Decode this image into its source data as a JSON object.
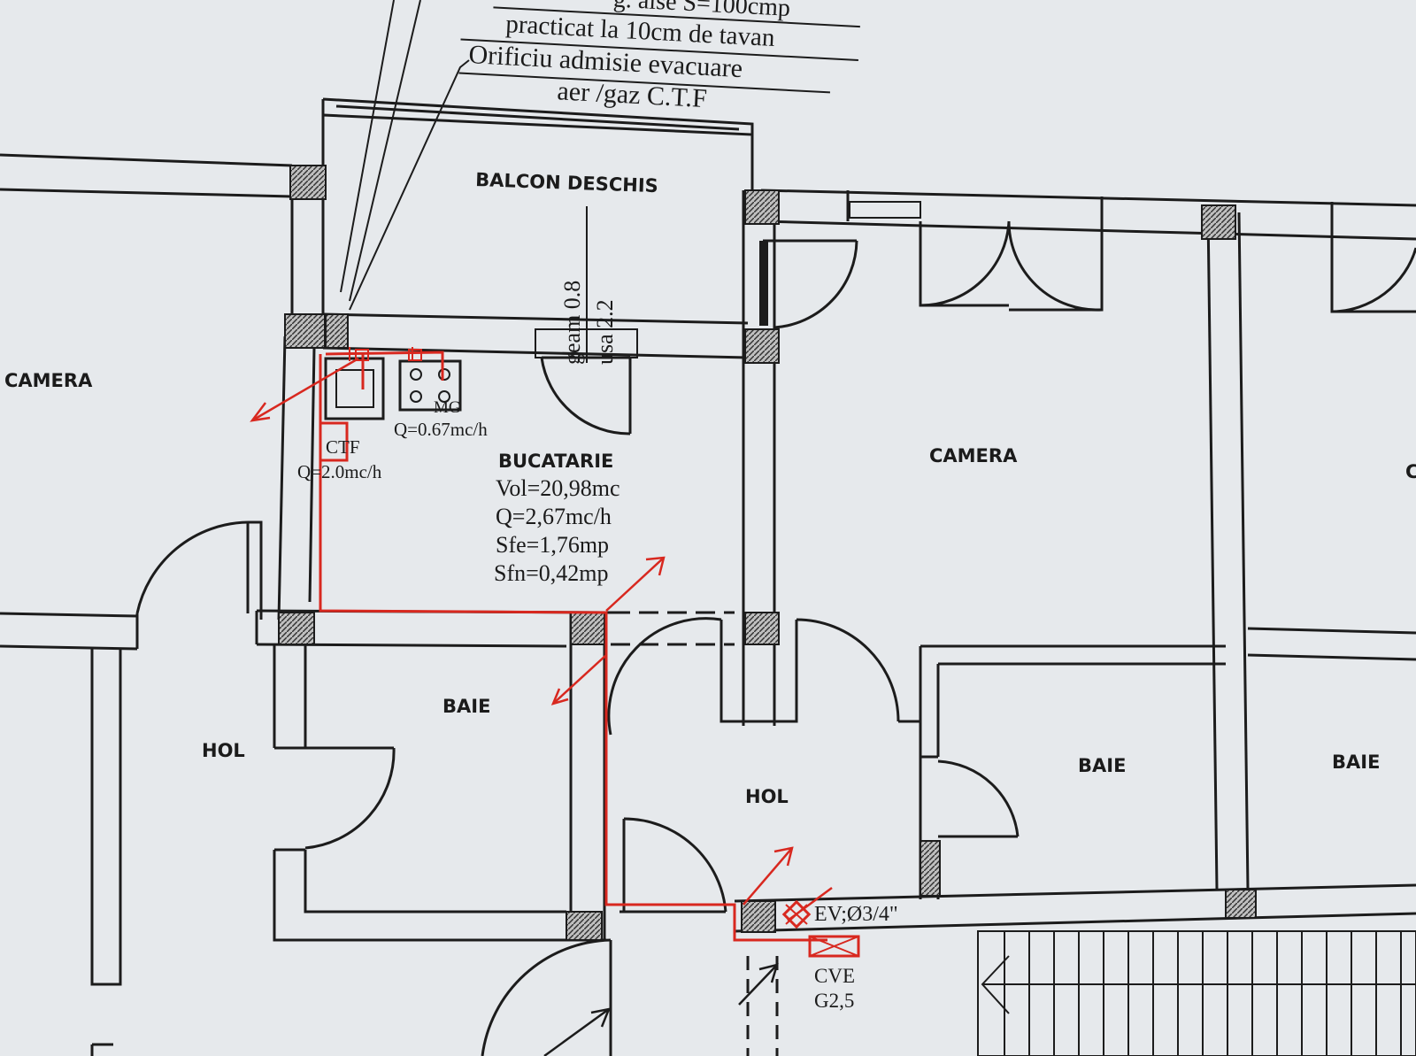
{
  "notes": {
    "line1": "g. aise S=100cmp",
    "line2": "practicat la 10cm de tavan",
    "line3": "Orificiu admisie evacuare",
    "line4": "aer /gaz C.T.F"
  },
  "rooms": {
    "balcon": "BALCON DESCHIS",
    "camera_left": "CAMERA",
    "camera_center": "CAMERA",
    "camera_right_partial": "C",
    "bucatarie": "BUCATARIE",
    "baie_left": "BAIE",
    "baie_center": "BAIE",
    "baie_right": "BAIE",
    "hol_left": "HOL",
    "hol_center": "HOL"
  },
  "kitchen": {
    "vol": "Vol=20,98mc",
    "q": "Q=2,67mc/h",
    "sfe": "Sfe=1,76mp",
    "sfn": "Sfn=0,42mp"
  },
  "appliances": {
    "ctf_label": "CTF",
    "ctf_q": "Q=2.0mc/h",
    "mg_label": "MG",
    "mg_q": "Q=0.67mc/h"
  },
  "openings": {
    "window": "geam 0.8",
    "door": "usa 2.2"
  },
  "meter": {
    "ev": "EV;Ø3/4\"",
    "cve": "CVE",
    "g": "G2,5"
  },
  "colors": {
    "gas_line": "#d8281f",
    "walls": "#1c1c1c",
    "paper": "#e6e9ec"
  }
}
